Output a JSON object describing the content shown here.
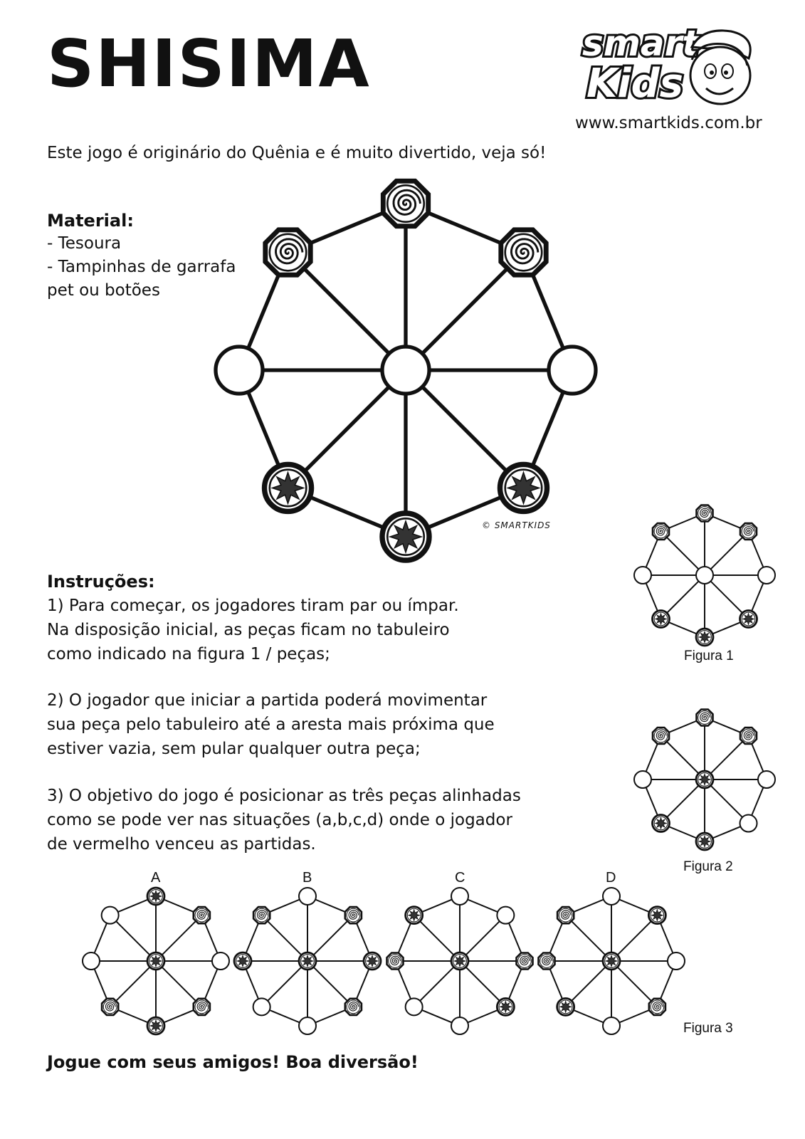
{
  "header": {
    "title": "SHISIMA",
    "logo_line1": "smart",
    "logo_line2": "Kids",
    "url": "www.smartkids.com.br"
  },
  "intro": "Este jogo é originário do Quênia e é muito divertido, veja só!",
  "material": {
    "heading": "Material:",
    "items": [
      "- Tesoura",
      "- Tampinhas de garrafa",
      "pet ou botões"
    ]
  },
  "copyright": "© SMARTKIDS",
  "instructions": {
    "heading": "Instruções:",
    "step1": [
      "1) Para começar, os jogadores tiram par ou ímpar.",
      "Na disposição inicial, as peças ficam no tabuleiro",
      "como indicado na figura 1 / peças;"
    ],
    "step2": [
      "2) O jogador que iniciar a partida poderá movimentar",
      "sua peça pelo tabuleiro até a aresta mais próxima que",
      "estiver vazia, sem pular qualquer outra peça;"
    ],
    "step3": [
      "3) O objetivo do jogo é posicionar as três peças alinhadas",
      "como se pode ver nas situações (a,b,c,d) onde o jogador",
      "de vermelho venceu as partidas."
    ]
  },
  "figures": {
    "figura1": "Figura 1",
    "figura2": "Figura 2",
    "figura3": "Figura 3",
    "letters": [
      "A",
      "B",
      "C",
      "D"
    ]
  },
  "footer": "Jogue com seus amigos! Boa diversão!",
  "icons": {
    "spiral": "spiral-piece-icon",
    "star": "star-piece-icon",
    "empty": "empty-spot"
  },
  "boards": {
    "order": "N, NE, E, SE, S, SW, W, NW, center",
    "main": [
      "spiral",
      "spiral",
      "empty",
      "star",
      "star",
      "star",
      "empty",
      "spiral",
      "empty"
    ],
    "figura1": [
      "spiral",
      "spiral",
      "empty",
      "star",
      "star",
      "star",
      "empty",
      "spiral",
      "empty"
    ],
    "figura2": [
      "spiral",
      "spiral",
      "empty",
      "empty",
      "star",
      "star",
      "empty",
      "spiral",
      "star"
    ],
    "A": [
      "star",
      "spiral",
      "empty",
      "spiral",
      "star",
      "spiral",
      "empty",
      "empty",
      "star"
    ],
    "B": [
      "empty",
      "spiral",
      "star",
      "spiral",
      "empty",
      "empty",
      "star",
      "spiral",
      "star"
    ],
    "C": [
      "empty",
      "empty",
      "spiral",
      "star",
      "empty",
      "empty",
      "spiral",
      "star",
      "star"
    ],
    "D": [
      "empty",
      "star",
      "empty",
      "spiral",
      "empty",
      "star",
      "spiral",
      "spiral",
      "star"
    ]
  },
  "colors": {
    "ink": "#111111",
    "piece_fill": "#ffffff",
    "star_fill": "#333333"
  }
}
